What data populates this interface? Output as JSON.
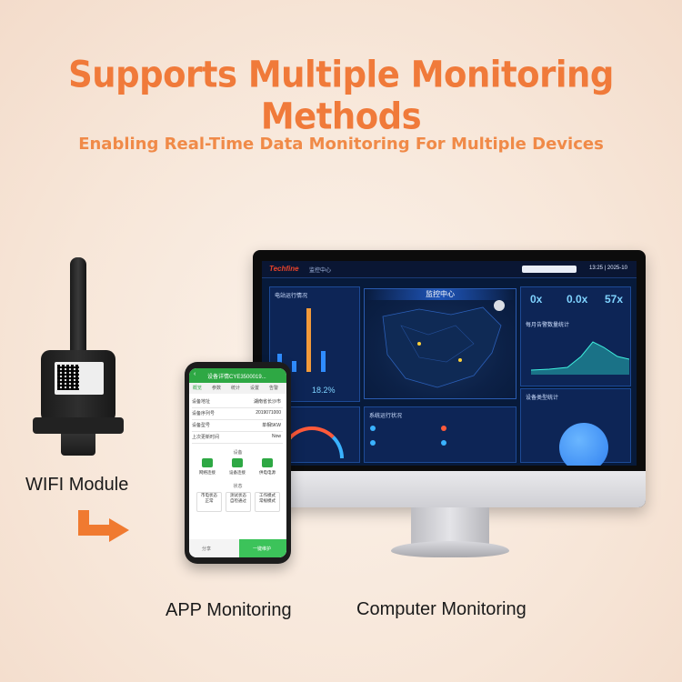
{
  "headline": "Supports Multiple Monitoring Methods",
  "subheadline": "Enabling Real-Time Data Monitoring For Multiple Devices",
  "captions": {
    "wifi_module": "WIFI Module",
    "app_monitoring": "APP Monitoring",
    "computer_monitoring": "Computer Monitoring"
  },
  "dashboard": {
    "brand": "Techfine",
    "nav_tab": "监控中心",
    "user_time": "13:25 | 2025-10",
    "map_title": "监控中心",
    "panel_overview": "电站运行情况",
    "overview_pct": "18.2%",
    "stats": [
      "0x",
      "0.0x",
      "57x"
    ],
    "chart_title": "每月告警数量统计",
    "panel_stats": "设备类型统计",
    "panel_system": "系统运行状况",
    "bar_values": [
      0.25,
      0.15,
      0.9,
      0.3
    ]
  },
  "app": {
    "title": "设备详情CYE3500019...",
    "tabs": [
      "概览",
      "参数",
      "统计",
      "设置",
      "告警"
    ],
    "rows": [
      {
        "label": "设备地址",
        "value": "湖南省长沙市"
      },
      {
        "label": "设备序列号",
        "value": "2019071000"
      },
      {
        "label": "设备型号",
        "value": "单相5KW"
      },
      {
        "label": "上次更新时间",
        "value": "Now"
      }
    ],
    "section_device": "设备",
    "icons": [
      "网络连接",
      "设备连接",
      "供电电源"
    ],
    "section_status": "状态",
    "boxes": [
      {
        "top": "市电状态",
        "bottom": "正常"
      },
      {
        "top": "测试状态",
        "bottom": "自检通过"
      },
      {
        "top": "工作模式",
        "bottom": "常规模式"
      }
    ],
    "share_label": "分享",
    "action_label": "一键维护"
  },
  "colors": {
    "accent": "#f07a3a",
    "app_green": "#2ea844",
    "dashboard_bg": "#071a3a"
  }
}
